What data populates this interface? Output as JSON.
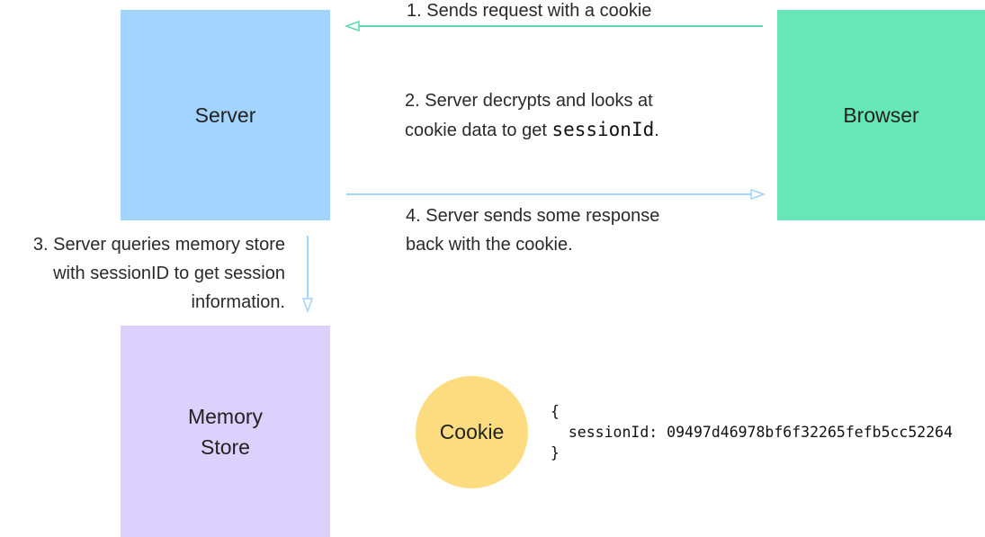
{
  "nodes": {
    "server": {
      "label": "Server",
      "color": "#a3d4ff"
    },
    "browser": {
      "label": "Browser",
      "color": "#66e6b9"
    },
    "memory_store": {
      "label_line1": "Memory",
      "label_line2": "Store",
      "color": "#dbd1fc"
    }
  },
  "steps": {
    "step1": {
      "text": "1. Sends request with a cookie"
    },
    "step2": {
      "line1": "2. Server decrypts and looks at",
      "line2_prefix": "cookie data to get ",
      "line2_code": "sessionId",
      "line2_suffix": "."
    },
    "step3": {
      "line1": "3. Server queries memory store",
      "line2": "with sessionID to get session",
      "line3": "information."
    },
    "step4": {
      "line1": "4. Server sends some response",
      "line2": "back with the cookie."
    }
  },
  "arrows": {
    "request_color": "#5fd7b0",
    "response_color": "#a3d4ff",
    "query_color": "#a3d4ff"
  },
  "cookie": {
    "label": "Cookie",
    "color": "#fddc7f",
    "json_open": "{",
    "json_key": "sessionId:",
    "json_value": "09497d46978bf6f32265fefb5cc52264",
    "json_close": "}"
  }
}
